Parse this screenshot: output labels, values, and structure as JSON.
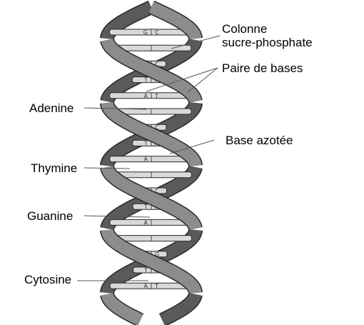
{
  "labels": {
    "colonne": {
      "line1": "Colonne",
      "line2": "sucre-phosphate"
    },
    "paire": "Paire de bases",
    "base_azotee": "Base azotée",
    "adenine": "Adenine",
    "thymine": "Thymine",
    "guanine": "Guanine",
    "cytosine": "Cytosine"
  },
  "base_pairs": [
    {
      "left": "G",
      "right": "C"
    },
    {
      "left": "",
      "right": ""
    },
    {
      "left": "G",
      "right": "C"
    },
    {
      "left": "T",
      "right": "A"
    },
    {
      "left": "A",
      "right": "T"
    },
    {
      "left": "",
      "right": ""
    },
    {
      "left": "G",
      "right": "C"
    },
    {
      "left": "T",
      "right": "A"
    },
    {
      "left": "A",
      "right": ""
    },
    {
      "left": "",
      "right": ""
    },
    {
      "left": "G",
      "right": "C"
    },
    {
      "left": "T",
      "right": "A"
    },
    {
      "left": "A",
      "right": ""
    },
    {
      "left": "",
      "right": ""
    },
    {
      "left": "C",
      "right": "G"
    },
    {
      "left": "T",
      "right": "A"
    },
    {
      "left": "A",
      "right": "T"
    }
  ],
  "colors": {
    "backbone": "#8c8c8c",
    "backbone_dark": "#5a5a5a",
    "outline": "#2a2a2a",
    "rung": "#d9d9d9"
  }
}
